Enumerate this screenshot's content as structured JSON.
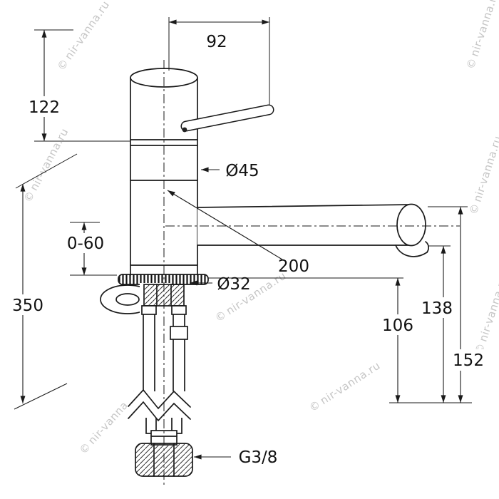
{
  "watermark": {
    "prefix": "©",
    "text": "nir-vanna.ru"
  },
  "dimensions": {
    "d92": {
      "label": "92"
    },
    "d122": {
      "label": "122"
    },
    "d45": {
      "label": "Ø45"
    },
    "d060": {
      "label": "0-60"
    },
    "d350": {
      "label": "350"
    },
    "d200": {
      "label": "200"
    },
    "d32": {
      "label": "Ø32"
    },
    "d106": {
      "label": "106"
    },
    "d138": {
      "label": "138"
    },
    "d152": {
      "label": "152"
    },
    "thread": {
      "label": "G3/8"
    }
  }
}
